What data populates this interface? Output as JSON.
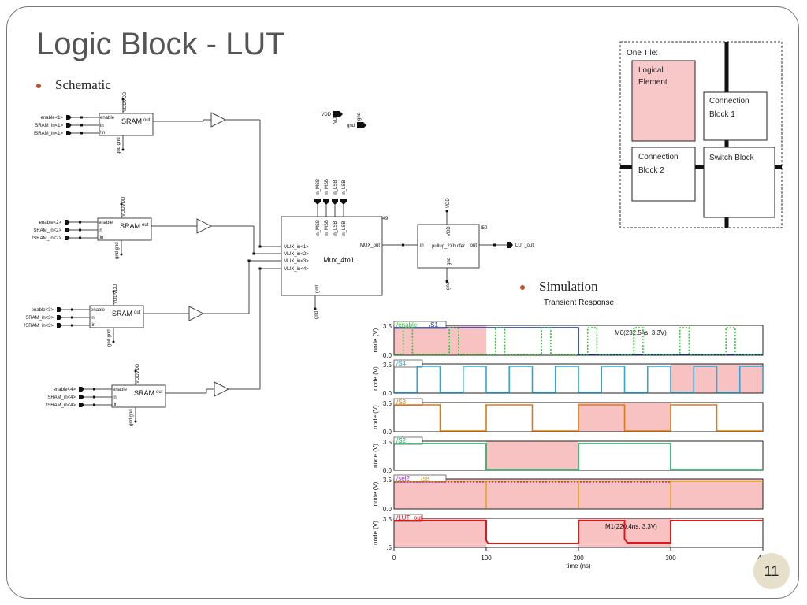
{
  "slide": {
    "title": "Logic Block - LUT",
    "page_number": "11"
  },
  "bullets": {
    "schematic": "Schematic",
    "simulation": "Simulation",
    "simulation_caption": "Transient Response"
  },
  "sram_blocks": [
    {
      "name": "SRAM",
      "ports_in": [
        "enable",
        "in",
        "!in"
      ],
      "port_out": "out",
      "top": "VDDVDD",
      "bottom": "gnd gnd",
      "pins": [
        "enable<1>",
        "SRAM_in<1>",
        "!SRAM_in<1>"
      ]
    },
    {
      "name": "SRAM",
      "ports_in": [
        "enable",
        "in",
        "!in"
      ],
      "port_out": "out",
      "top": "VDDVDD",
      "bottom": "gnd gnd",
      "pins": [
        "enable<2>",
        "SRAM_in<2>",
        "!SRAM_in<2>"
      ]
    },
    {
      "name": "SRAM",
      "ports_in": [
        "enable",
        "in",
        "!in"
      ],
      "port_out": "out",
      "top": "VDDVDD",
      "bottom": "gnd gnd",
      "pins": [
        "enable<3>",
        "SRAM_in<3>",
        "!SRAM_in<3>"
      ]
    },
    {
      "name": "SRAM",
      "ports_in": [
        "enable",
        "in",
        "!in"
      ],
      "port_out": "out",
      "top": "VDDVDD",
      "bottom": "gnd gnd",
      "pins": [
        "enable<4>",
        "SRAM_in<4>",
        "!SRAM_in<4>"
      ]
    }
  ],
  "mux": {
    "name": "Mux_4to1",
    "inputs": [
      "MUX_in<1>",
      "MUX_in<2>",
      "MUX_in<3>",
      "MUX_in<4>"
    ],
    "output": "MUX_out",
    "top_pins": [
      "in_MSB",
      "in_MSB",
      "in_LSB",
      "in_LSB"
    ],
    "top_ports": [
      "in_MSB",
      "in_MSB",
      "in_LSB",
      "in_LSB"
    ],
    "instance": "I49",
    "bottom": "gnd",
    "bottom_net": "gnd"
  },
  "buffer": {
    "name": "pullup_2Xbuffer",
    "in": "in",
    "out": "out",
    "top": "VDD",
    "top_net": "VDD",
    "bottom": "gnd",
    "bottom_net": "gnd",
    "instance": "I50",
    "output_pin": "LUT_out"
  },
  "supply": {
    "vdd": "VDD",
    "gnd": "gnd",
    "vdd_vert": "VDD",
    "gnd_vert": "gnd"
  },
  "tile": {
    "label": "One Tile:",
    "logical_element": "Logical Element",
    "connection_block_1": "Connection Block 1",
    "connection_block_2": "Connection Block 2",
    "switch_block": "Switch Block",
    "colors": {
      "logical": "#f8c8c8",
      "line": "#111111"
    }
  },
  "waveforms": {
    "x_ticks": [
      "0",
      "100",
      "200",
      "300",
      "400"
    ],
    "xlabel": "time (ns)",
    "ylabel": "node (V)",
    "panels": [
      {
        "labels": [
          "/enable",
          "/S1"
        ],
        "ticks": [
          "3.5",
          "0.0"
        ],
        "marker": "M0(232.5ns, 3.3V)"
      },
      {
        "labels": [
          "/S4"
        ],
        "ticks": [
          "3.5",
          "0.0"
        ]
      },
      {
        "labels": [
          "/S3"
        ],
        "ticks": [
          "3.5",
          "0.0"
        ]
      },
      {
        "labels": [
          "/S2"
        ],
        "ticks": [
          "3.5",
          "0.0"
        ]
      },
      {
        "labels": [
          "/sel2",
          "/sel"
        ],
        "ticks": [
          "3.5",
          "0.0"
        ]
      },
      {
        "labels": [
          "/LUT_out"
        ],
        "ticks": [
          "3.5",
          ".5"
        ],
        "marker": "M1(220.4ns, 3.3V)"
      }
    ],
    "colors": {
      "highlight": "#f8c2c2",
      "s1": "#1a2a9a",
      "enable": "#28c828",
      "s4": "#2ea7d8",
      "s3": "#e07a10",
      "s2": "#19a85a",
      "sel2": "#9a38c8",
      "sel": "#e0a010",
      "lut": "#e01818"
    }
  }
}
